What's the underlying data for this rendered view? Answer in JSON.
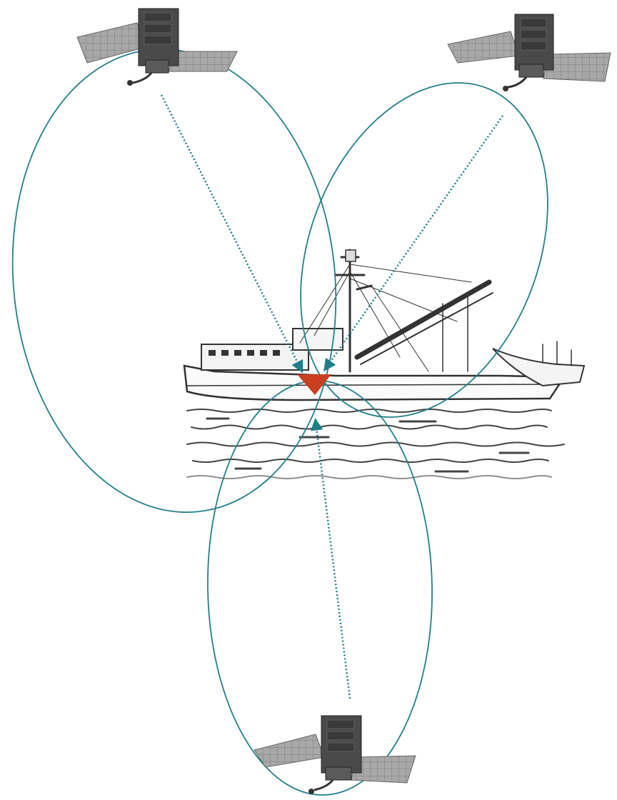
{
  "colors": {
    "orbit": "#237f8a",
    "beam": "#1f7f88",
    "target": "#c8401f",
    "satellite_body": "#4a4a4a",
    "satellite_panel": "#9a9a9a",
    "ship": "#333333",
    "water": "#555555"
  },
  "diagram": {
    "satellites": [
      {
        "id": "satellite-top-left",
        "icon": "satellite-icon"
      },
      {
        "id": "satellite-top-right",
        "icon": "satellite-icon"
      },
      {
        "id": "satellite-bottom",
        "icon": "satellite-icon"
      }
    ],
    "target_icon": "triangle-marker-icon",
    "vessel_icon": "fishing-vessel-icon"
  }
}
